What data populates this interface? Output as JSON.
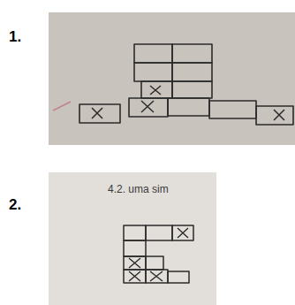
{
  "diagram": {
    "labels": [
      "1.",
      "2.",
      "4.2. uma sim"
    ]
  }
}
